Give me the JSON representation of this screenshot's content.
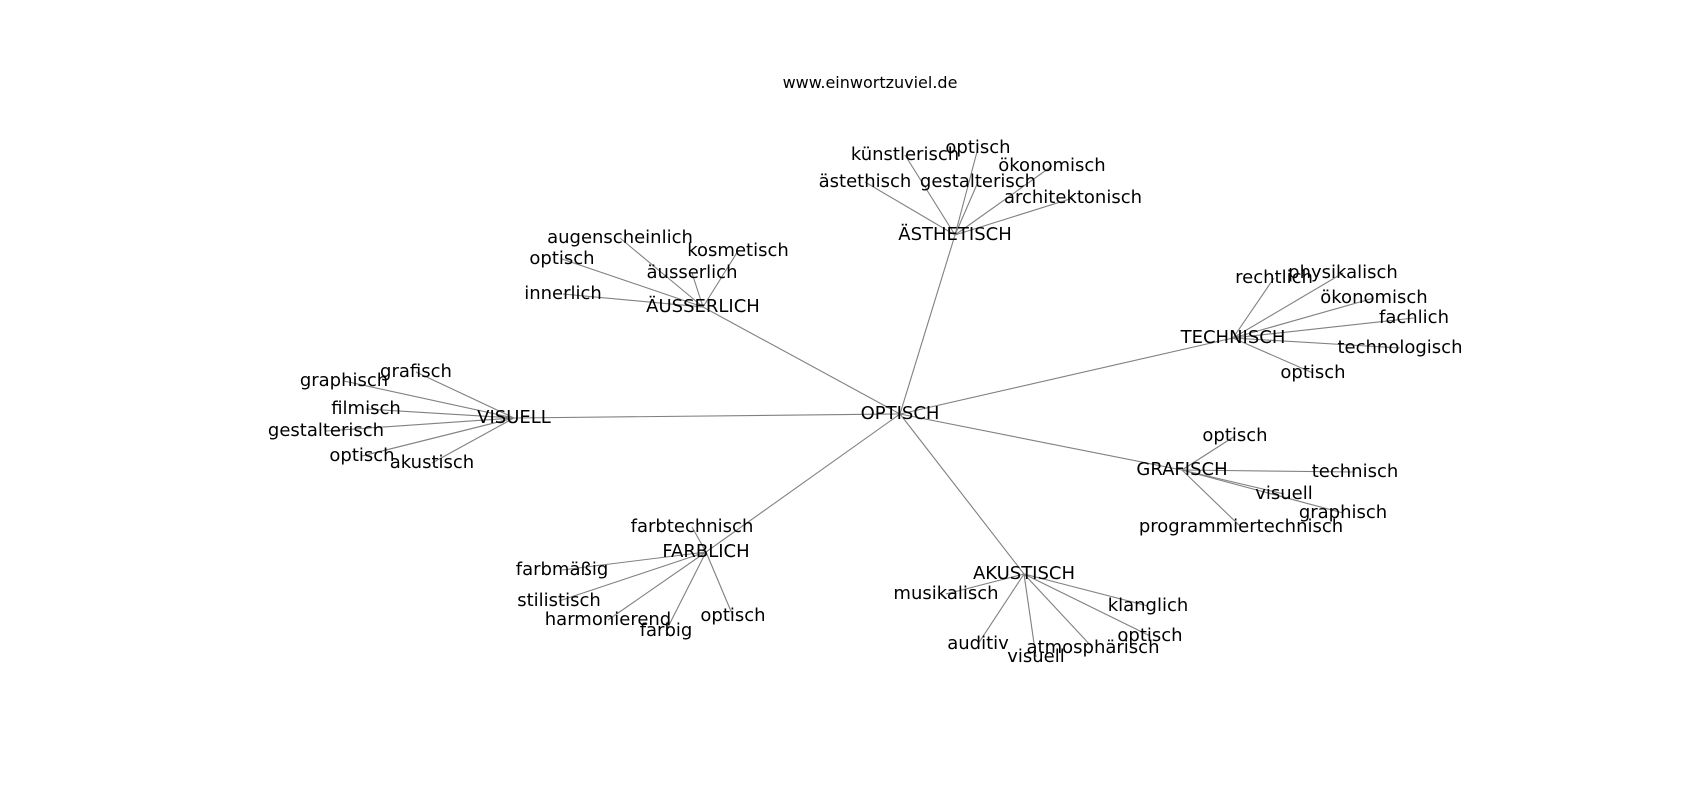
{
  "site_label": "www.einwortzuviel.de",
  "center": "OPTISCH",
  "groups": [
    {
      "id": "aesthetisch",
      "label": "ÄSTHETISCH",
      "words": [
        "künstlerisch",
        "optisch",
        "ökonomisch",
        "ästethisch",
        "gestalterisch",
        "architektonisch"
      ]
    },
    {
      "id": "aeusserlich",
      "label": "ÄUSSERLICH",
      "words": [
        "augenscheinlich",
        "kosmetisch",
        "optisch",
        "äusserlich",
        "innerlich"
      ]
    },
    {
      "id": "technisch",
      "label": "TECHNISCH",
      "words": [
        "rechtlich",
        "physikalisch",
        "ökonomisch",
        "fachlich",
        "technologisch",
        "optisch"
      ]
    },
    {
      "id": "visuell",
      "label": "VISUELL",
      "words": [
        "grafisch",
        "graphisch",
        "filmisch",
        "gestalterisch",
        "optisch",
        "akustisch"
      ]
    },
    {
      "id": "grafisch",
      "label": "GRAFISCH",
      "words": [
        "optisch",
        "technisch",
        "visuell",
        "graphisch",
        "programmiertechnisch"
      ]
    },
    {
      "id": "farblich",
      "label": "FARBLICH",
      "words": [
        "farbtechnisch",
        "farbmäßig",
        "stilistisch",
        "harmonierend",
        "farbig",
        "optisch"
      ]
    },
    {
      "id": "akustisch",
      "label": "AKUSTISCH",
      "words": [
        "musikalisch",
        "klanglich",
        "optisch",
        "auditiv",
        "visuell",
        "atmosphärisch"
      ]
    }
  ]
}
